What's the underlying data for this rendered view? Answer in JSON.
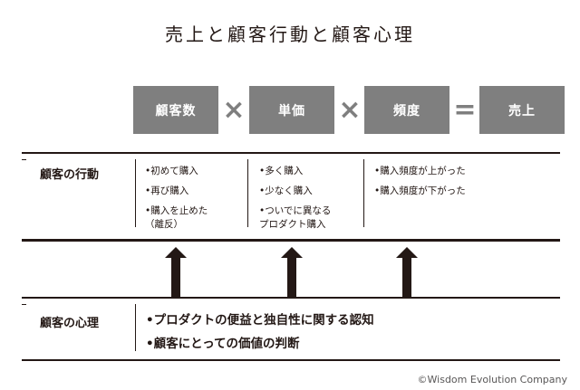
{
  "title": "売上と顧客行動と顧客心理",
  "formula": {
    "boxes": [
      "顧客数",
      "単価",
      "頻度",
      "売上"
    ],
    "operators": [
      "×",
      "×",
      "="
    ]
  },
  "behavior": {
    "label": "顧客の行動",
    "columns": [
      [
        "•初めて購入",
        "•再び購入",
        "•購入を止めた\n（離反）"
      ],
      [
        "•多く購入",
        "•少なく購入",
        "•ついでに異なる\nプロダクト購入"
      ],
      [
        "•購入頻度が上がった",
        "•購入頻度が下がった"
      ]
    ]
  },
  "psychology": {
    "label": "顧客の心理",
    "items": [
      "•プロダクトの便益と独自性に関する認知",
      "•顧客にとっての価値の判断"
    ]
  },
  "copyright": "©Wisdom Evolution Company",
  "colors": {
    "box": "#7f7f7f",
    "ink": "#231815"
  }
}
